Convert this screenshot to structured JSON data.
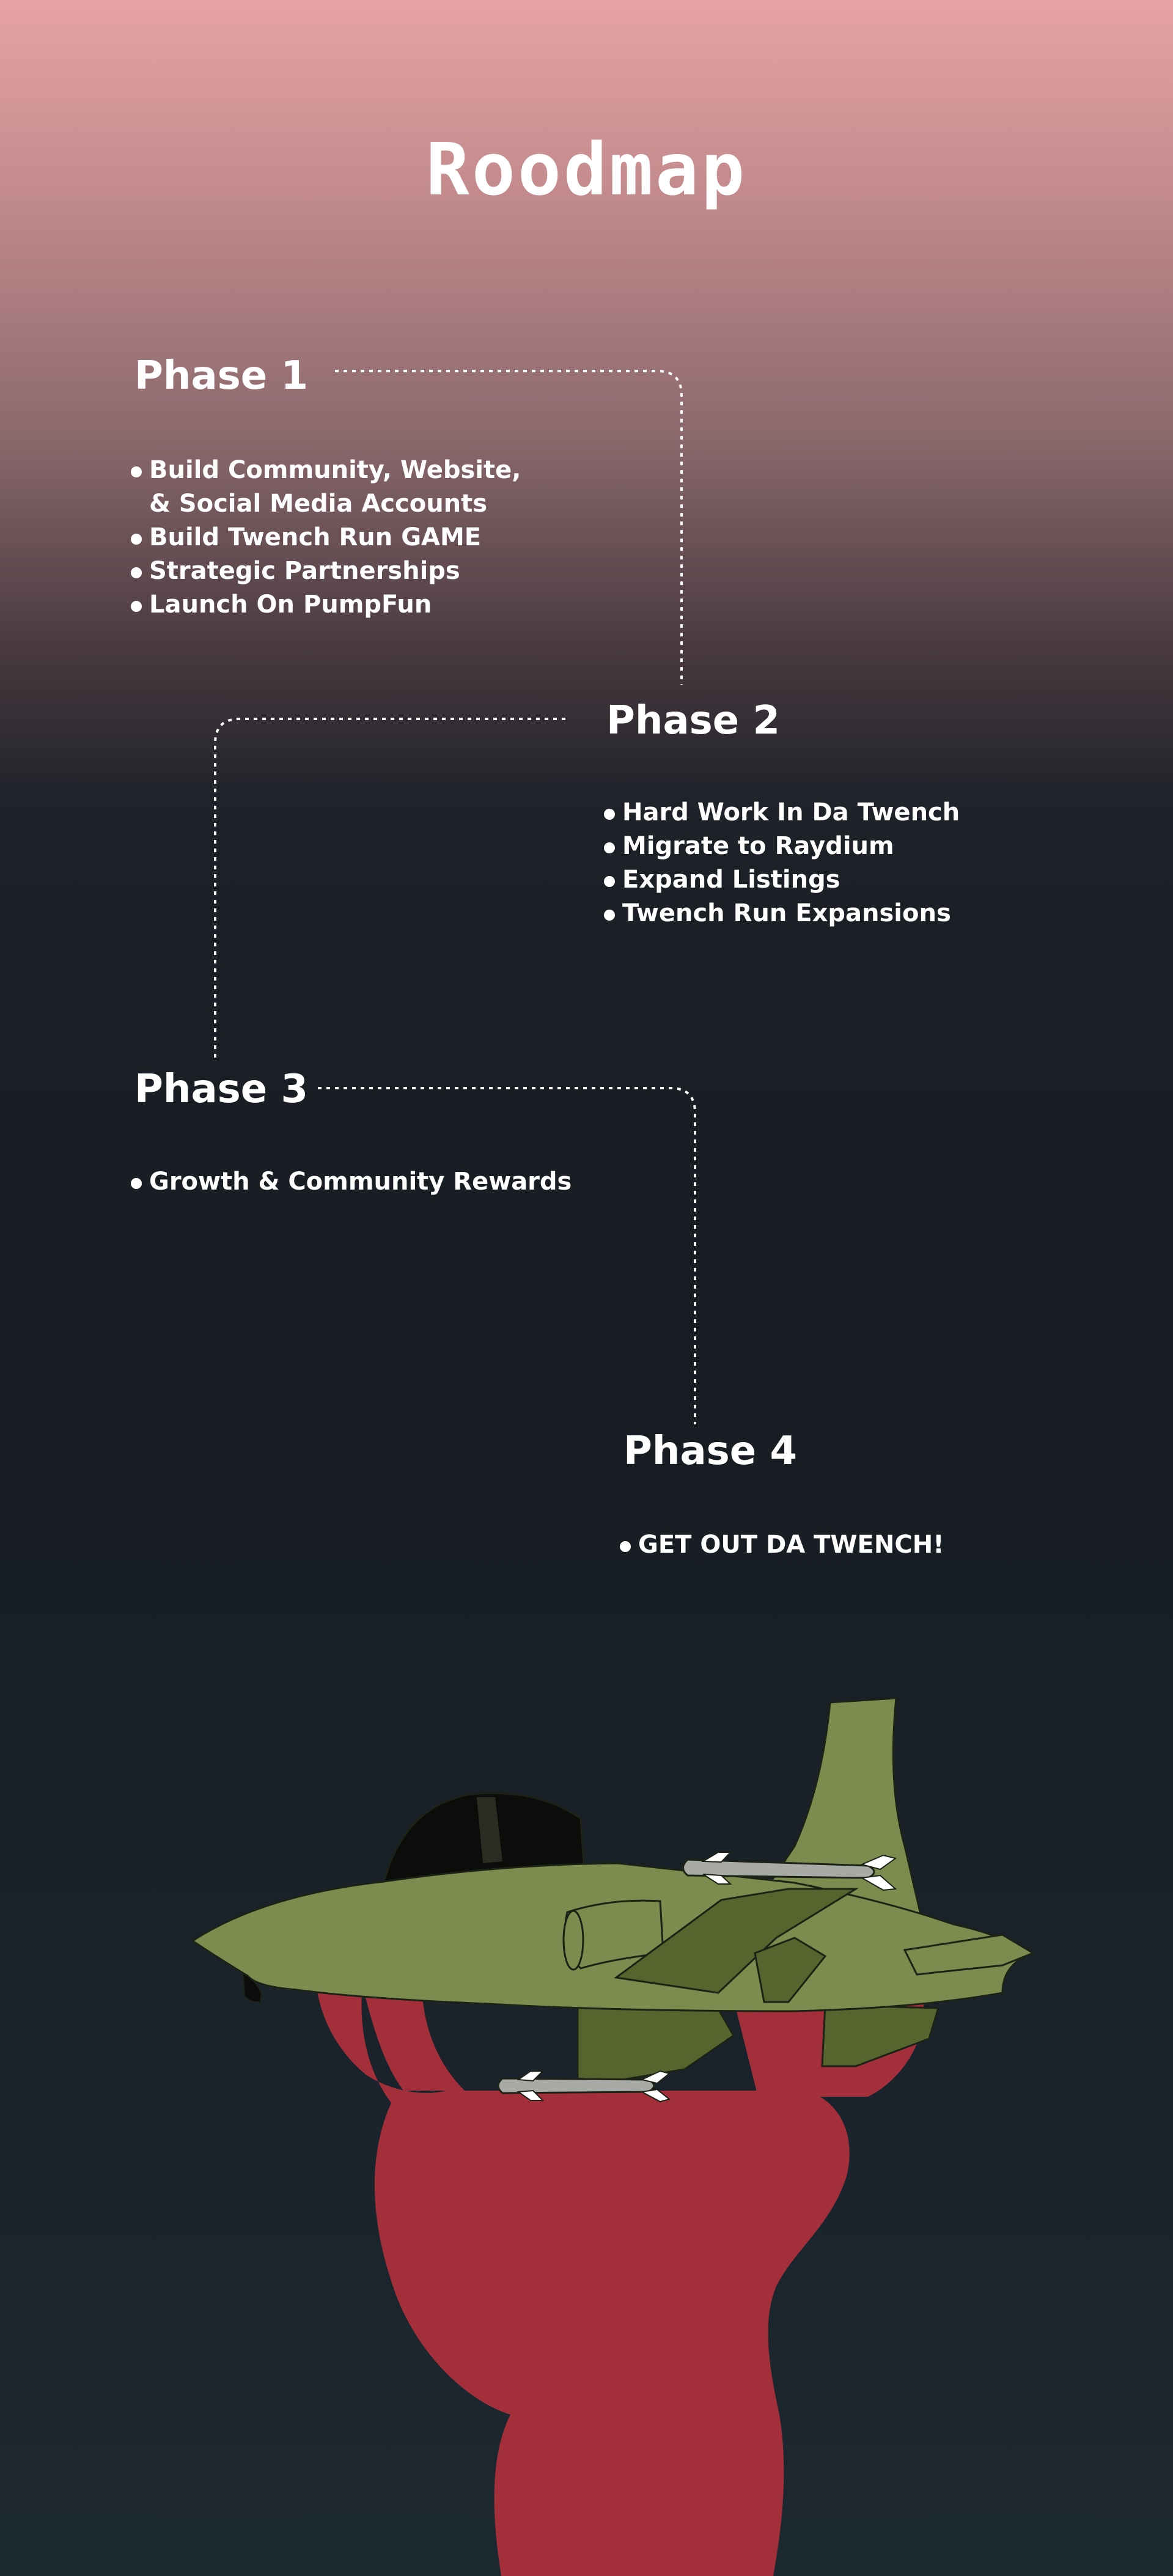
{
  "title": "Roodmap",
  "phases": [
    {
      "title": "Phase 1",
      "items": [
        "Build Community, Website,\n& Social Media Accounts",
        "Build Twench Run GAME",
        "Strategic Partnerships",
        "Launch On PumpFun"
      ]
    },
    {
      "title": "Phase 2",
      "items": [
        "Hard Work In Da Twench",
        "Migrate to Raydium",
        "Expand Listings",
        "Twench Run Expansions"
      ]
    },
    {
      "title": "Phase 3",
      "items": [
        "Growth & Community Rewards"
      ]
    },
    {
      "title": "Phase 4",
      "items": [
        "GET OUT DA TWENCH!"
      ]
    }
  ],
  "colors": {
    "background_top": "#e6a3a3",
    "background_bottom": "#1c2830",
    "jet_body": "#7c8c4e",
    "jet_shadow": "#56652e",
    "smoke": "#a32f3a",
    "text": "#ffffff"
  }
}
